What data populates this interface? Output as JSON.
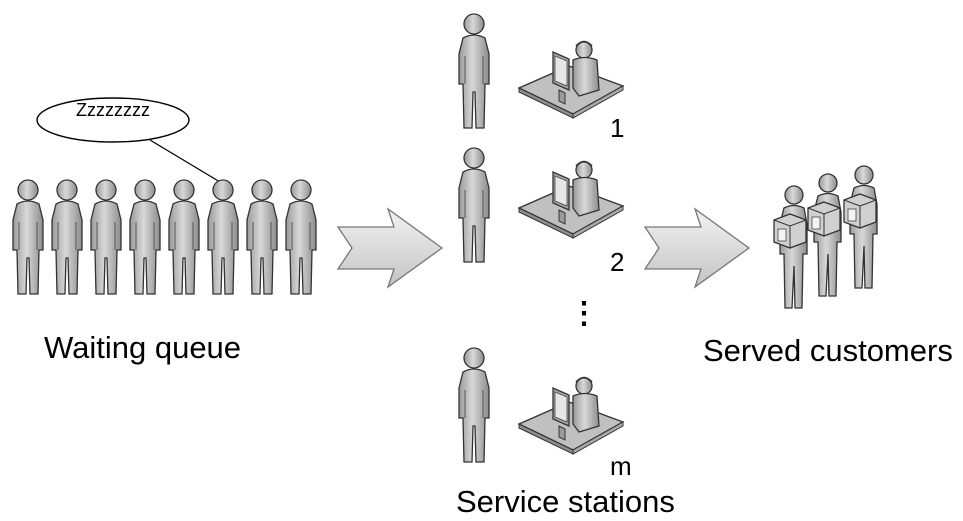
{
  "speech_bubble": {
    "text": "Zzzzzzzz",
    "icon": "speech-bubble-icon"
  },
  "waiting_queue": {
    "label": "Waiting queue",
    "person_count": 8,
    "icon": "person-icon"
  },
  "service_stations": {
    "label": "Service stations",
    "stations": [
      {
        "number": "1"
      },
      {
        "number": "2"
      },
      {
        "number": "m"
      }
    ],
    "ellipsis": "⋮",
    "agent_icon": "call-center-agent-icon"
  },
  "served_customers": {
    "label": "Served customers",
    "icon": "customers-with-boxes-icon"
  },
  "flow_arrows": {
    "icon": "arrow-right-icon",
    "count": 2
  },
  "colors": {
    "figure_fill": "#c8c8c8",
    "figure_stroke": "#333333",
    "arrow_fill": "#e0e0e0",
    "text": "#000000"
  }
}
